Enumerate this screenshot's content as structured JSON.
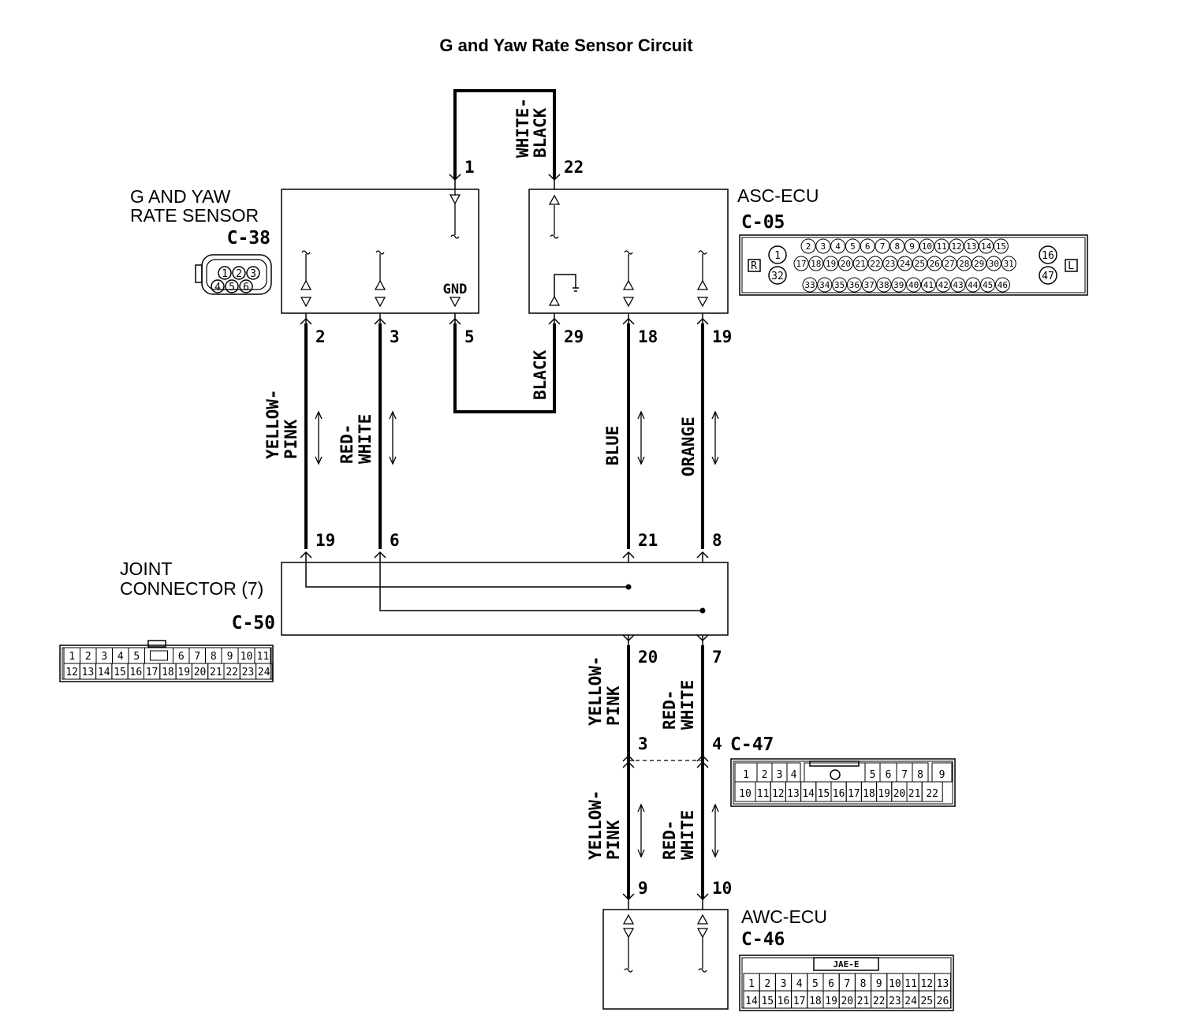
{
  "title": "G and Yaw Rate Sensor Circuit",
  "components": {
    "sensor": {
      "name_line1": "G AND YAW",
      "name_line2": "RATE SENSOR",
      "code": "C-38",
      "gnd_label": "GND",
      "connector_pins": [
        "1",
        "2",
        "3",
        "4",
        "5",
        "6"
      ]
    },
    "asc_ecu": {
      "name": "ASC-ECU",
      "code": "C-05",
      "connector_row1": [
        "2",
        "3",
        "4",
        "5",
        "6",
        "7",
        "8",
        "9",
        "10",
        "11",
        "12",
        "13",
        "14",
        "15"
      ],
      "connector_row2": [
        "17",
        "18",
        "19",
        "20",
        "21",
        "22",
        "23",
        "24",
        "25",
        "26",
        "27",
        "28",
        "29",
        "30",
        "31"
      ],
      "connector_row3": [
        "33",
        "34",
        "35",
        "36",
        "37",
        "38",
        "39",
        "40",
        "41",
        "42",
        "43",
        "44",
        "45",
        "46"
      ],
      "connector_left": [
        "1",
        "32"
      ],
      "connector_right": [
        "16",
        "47"
      ],
      "marker_left": "R",
      "marker_right": "L"
    },
    "joint": {
      "name_line1": "JOINT",
      "name_line2": "CONNECTOR (7)",
      "code": "C-50",
      "row1": [
        "1",
        "2",
        "3",
        "4",
        "5",
        "",
        "6",
        "7",
        "8",
        "9",
        "10",
        "11"
      ],
      "row2": [
        "12",
        "13",
        "14",
        "15",
        "16",
        "17",
        "18",
        "19",
        "20",
        "21",
        "22",
        "23",
        "24"
      ]
    },
    "c47": {
      "code": "C-47",
      "row1": [
        "1",
        "2",
        "3",
        "4",
        "",
        "5",
        "6",
        "7",
        "8",
        "9"
      ],
      "row2": [
        "10",
        "11",
        "12",
        "13",
        "14",
        "15",
        "16",
        "17",
        "18",
        "19",
        "20",
        "21",
        "22"
      ]
    },
    "awc_ecu": {
      "name": "AWC-ECU",
      "code": "C-46",
      "connector_tag": "JAE-E",
      "row1": [
        "1",
        "2",
        "3",
        "4",
        "5",
        "6",
        "7",
        "8",
        "9",
        "10",
        "11",
        "12",
        "13"
      ],
      "row2": [
        "14",
        "15",
        "16",
        "17",
        "18",
        "19",
        "20",
        "21",
        "22",
        "23",
        "24",
        "25",
        "26"
      ]
    }
  },
  "pins": {
    "sensor_1": "1",
    "asc_22": "22",
    "sensor_2": "2",
    "sensor_3": "3",
    "sensor_5": "5",
    "asc_29": "29",
    "asc_18": "18",
    "asc_19": "19",
    "joint_19": "19",
    "joint_6": "6",
    "joint_21": "21",
    "joint_8": "8",
    "joint_20": "20",
    "joint_7": "7",
    "c47_3": "3",
    "c47_4": "4",
    "awc_9": "9",
    "awc_10": "10"
  },
  "wires": {
    "white_black_1": "WHITE-",
    "white_black_2": "BLACK",
    "black": "BLACK",
    "yellow_pink_1": "YELLOW-",
    "yellow_pink_2": "PINK",
    "red_white_1": "RED-",
    "red_white_2": "WHITE",
    "blue": "BLUE",
    "orange": "ORANGE"
  }
}
